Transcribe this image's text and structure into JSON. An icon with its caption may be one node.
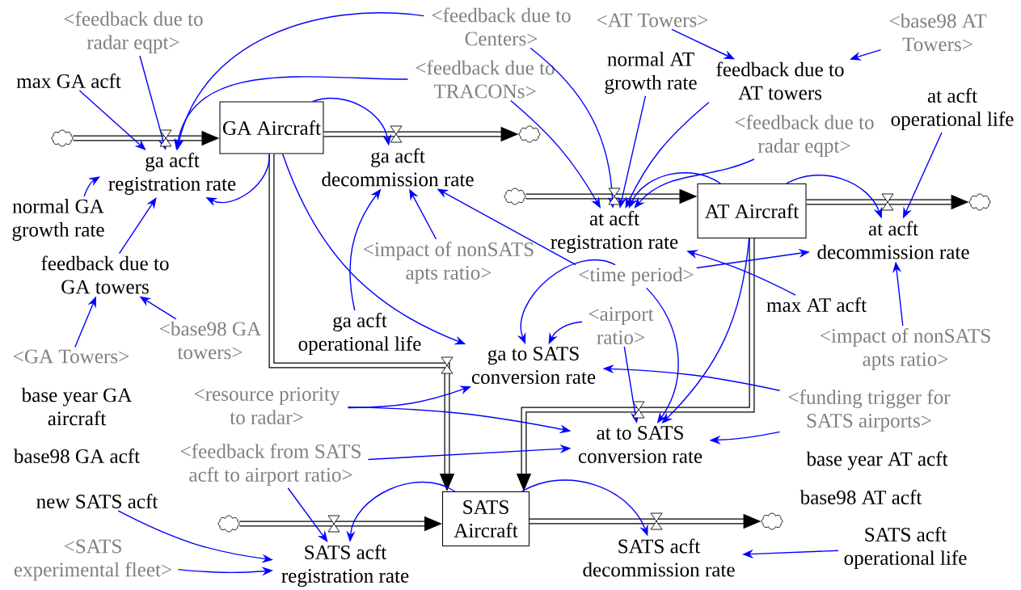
{
  "diagram": {
    "nodes": [
      {
        "text": [],
        "shape": "cloud"
      },
      {
        "text": [
          "GA Aircraft"
        ]
      },
      {
        "text": [
          "ga acft registration rate"
        ]
      },
      {
        "text": [],
        "shape": "cloud"
      },
      {
        "text": [
          "ga acft decommission rate"
        ]
      },
      {
        "text": [],
        "shape": "cloud"
      },
      {
        "text": [
          "at acft registration rate"
        ]
      },
      {
        "text": [
          "AT Aircraft"
        ]
      },
      {
        "text": [
          "at acft decommission rate"
        ]
      },
      {
        "text": [],
        "shape": "cloud"
      },
      {
        "text": [
          "ga to SATS conversion rate"
        ]
      },
      {
        "text": [
          "at to SATS conversion rate"
        ]
      },
      {
        "text": [
          "SATS Aircraft"
        ]
      },
      {
        "text": [],
        "shape": "cloud"
      },
      {
        "text": [
          "SATS acft registration rate"
        ]
      },
      {
        "text": [],
        "shape": "cloud"
      },
      {
        "text": [
          "SATS acft decommission rate"
        ]
      },
      {
        "text": [
          "<feedback due to radar eqpt>"
        ]
      },
      {
        "text": [
          "max GA acft"
        ]
      },
      {
        "text": [
          "normal GA growth rate"
        ]
      },
      {
        "text": [
          "feedback due to GA towers"
        ]
      },
      {
        "text": [
          "<GA Towers>"
        ]
      },
      {
        "text": [
          "<base98 GA towers>"
        ]
      },
      {
        "text": [
          "base year GA aircraft"
        ]
      },
      {
        "text": [
          "base98 GA acft"
        ]
      },
      {
        "text": [
          "new SATS acft"
        ]
      },
      {
        "text": [
          "<SATS experimental fleet>"
        ]
      },
      {
        "text": [
          "<feedback due to Centers>"
        ]
      },
      {
        "text": [
          "<feedback due to TRACONs>"
        ]
      },
      {
        "text": [
          "<AT Towers>"
        ]
      },
      {
        "text": [
          "<base98 AT Towers>"
        ]
      },
      {
        "text": [
          "normal AT growth rate"
        ]
      },
      {
        "text": [
          "feedback due to AT towers"
        ]
      },
      {
        "text": [
          "<feedback due to radar eqpt>"
        ]
      },
      {
        "text": [
          "at acft operational life"
        ]
      },
      {
        "text": [
          "<impact of nonSATS apts ratio>"
        ]
      },
      {
        "text": [
          "<time period>"
        ]
      },
      {
        "text": [
          "ga acft operational life"
        ]
      },
      {
        "text": [
          "<airport ratio>"
        ]
      },
      {
        "text": [
          "max AT acft"
        ]
      },
      {
        "text": [
          "<impact of nonSATS apts ratio>"
        ]
      },
      {
        "text": [
          "<resource priority to radar>"
        ]
      },
      {
        "text": [
          "<funding trigger for SATS airports>"
        ]
      },
      {
        "text": [
          "<feedback from SATS acft to airport ratio>"
        ]
      },
      {
        "text": [
          "base year AT acft"
        ]
      },
      {
        "text": [
          "base98 AT acft"
        ]
      },
      {
        "text": [
          "SATS acft operational life"
        ]
      }
    ],
    "edges": [
      {
        "from": 0,
        "to": 1,
        "arrow": "to",
        "style": "thick",
        "color": "#000000"
      },
      {
        "from": 1,
        "to": 3,
        "arrow": "to",
        "style": "thick",
        "color": "#000000"
      },
      {
        "from": 5,
        "to": 7,
        "arrow": "to",
        "style": "thick",
        "color": "#000000"
      },
      {
        "from": 7,
        "to": 9,
        "arrow": "to",
        "style": "thick",
        "color": "#000000"
      },
      {
        "from": 1,
        "to": 12,
        "arrow": "to",
        "style": "thick",
        "color": "#000000"
      },
      {
        "from": 7,
        "to": 12,
        "arrow": "to",
        "style": "thick",
        "color": "#000000"
      },
      {
        "from": 13,
        "to": 12,
        "arrow": "to",
        "style": "thick",
        "color": "#000000"
      },
      {
        "from": 12,
        "to": 15,
        "arrow": "to",
        "style": "thick",
        "color": "#000000"
      },
      {
        "from": 18,
        "to": 2,
        "arrow": "to"
      },
      {
        "from": 17,
        "to": 2,
        "arrow": "to"
      },
      {
        "from": 27,
        "to": 2,
        "arrow": "to"
      },
      {
        "from": 28,
        "to": 2,
        "arrow": "to"
      },
      {
        "from": 19,
        "to": 2,
        "arrow": "to"
      },
      {
        "from": 20,
        "to": 2,
        "arrow": "to"
      },
      {
        "from": 1,
        "to": 2,
        "arrow": "to"
      },
      {
        "from": 1,
        "to": 4,
        "arrow": "to"
      },
      {
        "from": 37,
        "to": 4,
        "arrow": "to"
      },
      {
        "from": 35,
        "to": 4,
        "arrow": "to"
      },
      {
        "from": 36,
        "to": 4,
        "arrow": "to"
      },
      {
        "from": 21,
        "to": 20,
        "arrow": "to"
      },
      {
        "from": 22,
        "to": 20,
        "arrow": "to"
      },
      {
        "from": 1,
        "to": 10,
        "arrow": "to"
      },
      {
        "from": 36,
        "to": 10,
        "arrow": "to"
      },
      {
        "from": 38,
        "to": 10,
        "arrow": "to"
      },
      {
        "from": 41,
        "to": 10,
        "arrow": "to"
      },
      {
        "from": 42,
        "to": 10,
        "arrow": "to"
      },
      {
        "from": 41,
        "to": 11,
        "arrow": "to"
      },
      {
        "from": 43,
        "to": 11,
        "arrow": "to"
      },
      {
        "from": 42,
        "to": 11,
        "arrow": "to"
      },
      {
        "from": 38,
        "to": 11,
        "arrow": "to"
      },
      {
        "from": 36,
        "to": 11,
        "arrow": "to"
      },
      {
        "from": 7,
        "to": 11,
        "arrow": "to"
      },
      {
        "from": 36,
        "to": 8,
        "arrow": "to"
      },
      {
        "from": 40,
        "to": 8,
        "arrow": "to"
      },
      {
        "from": 34,
        "to": 8,
        "arrow": "to"
      },
      {
        "from": 7,
        "to": 8,
        "arrow": "to"
      },
      {
        "from": 7,
        "to": 6,
        "arrow": "to"
      },
      {
        "from": 39,
        "to": 6,
        "arrow": "to"
      },
      {
        "from": 31,
        "to": 6,
        "arrow": "to"
      },
      {
        "from": 32,
        "to": 6,
        "arrow": "to"
      },
      {
        "from": 33,
        "to": 6,
        "arrow": "to"
      },
      {
        "from": 27,
        "to": 6,
        "arrow": "to"
      },
      {
        "from": 28,
        "to": 6,
        "arrow": "to"
      },
      {
        "from": 29,
        "to": 32,
        "arrow": "to"
      },
      {
        "from": 30,
        "to": 32,
        "arrow": "to"
      },
      {
        "from": 25,
        "to": 14,
        "arrow": "to"
      },
      {
        "from": 26,
        "to": 14,
        "arrow": "to"
      },
      {
        "from": 43,
        "to": 14,
        "arrow": "to"
      },
      {
        "from": 12,
        "to": 14,
        "arrow": "to"
      },
      {
        "from": 12,
        "to": 16,
        "arrow": "to"
      },
      {
        "from": 46,
        "to": 16,
        "arrow": "to"
      }
    ]
  }
}
